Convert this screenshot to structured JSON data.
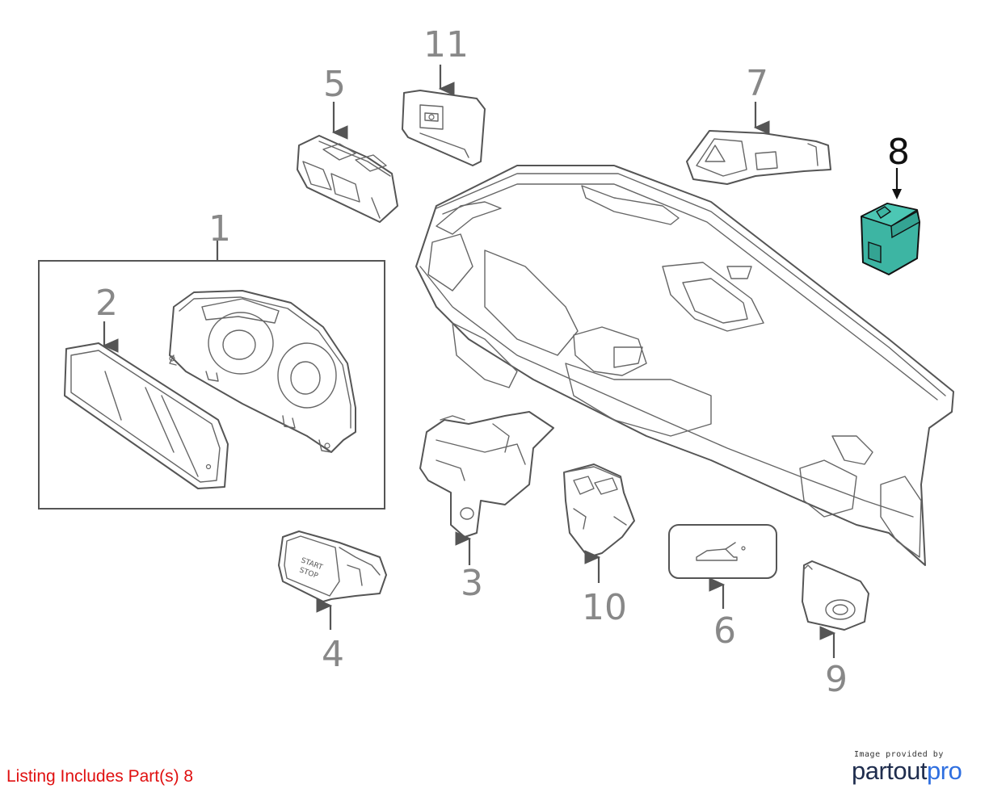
{
  "callouts": [
    {
      "number": "1"
    },
    {
      "number": "2"
    },
    {
      "number": "3"
    },
    {
      "number": "4"
    },
    {
      "number": "5"
    },
    {
      "number": "6"
    },
    {
      "number": "7"
    },
    {
      "number": "8"
    },
    {
      "number": "9"
    },
    {
      "number": "10"
    },
    {
      "number": "11"
    }
  ],
  "highlighted_part": "8",
  "start_button_text": {
    "line1": "START",
    "line2": "STOP"
  },
  "listing_text": "Listing Includes Part(s) 8",
  "credit": {
    "caption": "Image provided by",
    "brand_part1": "partout",
    "brand_part2": "pro"
  },
  "colors": {
    "highlight": "#3db5a3",
    "listing_text": "#e01010",
    "brand_dark": "#1f2d4e",
    "brand_blue": "#2f6fe0",
    "callout": "#888888"
  }
}
